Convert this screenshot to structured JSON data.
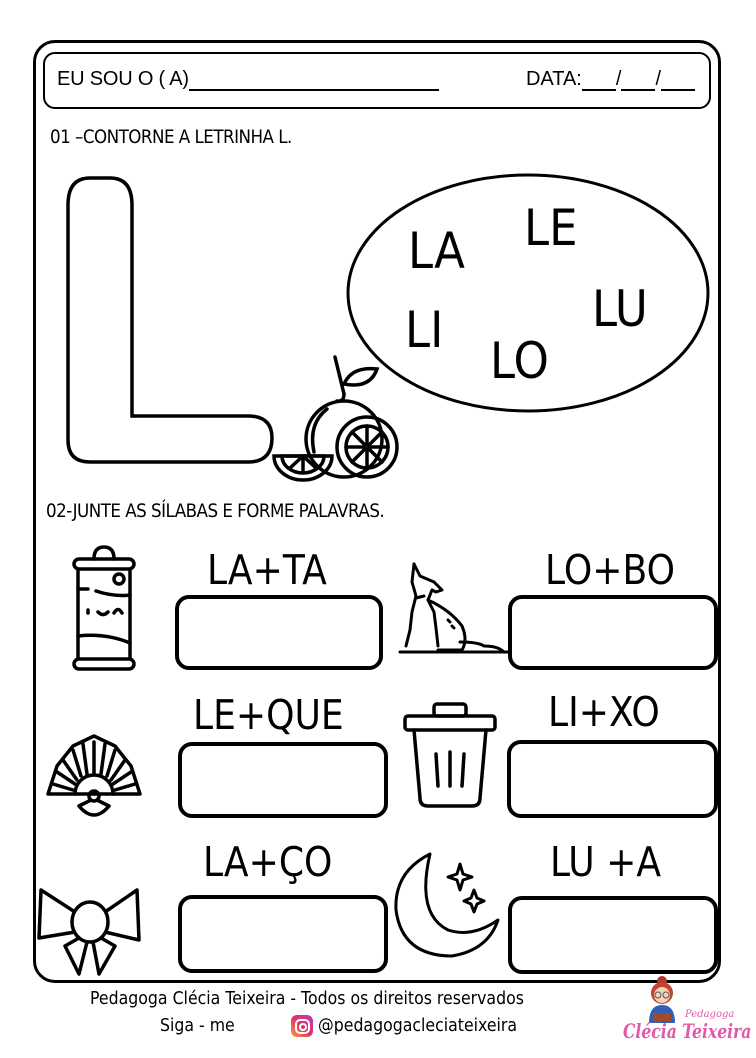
{
  "header": {
    "name_label": "EU SOU O ( A)",
    "date_label": "DATA:",
    "date_separator": "/"
  },
  "question1": {
    "title": "01 –CONTORNE A LETRINHA L.",
    "letter": "L",
    "letter_icon": "orange-fruit-icon",
    "syllables": [
      "LA",
      "LE",
      "LI",
      "LO",
      "LU"
    ]
  },
  "question2": {
    "title": "02-JUNTE AS SÍLABAS E FORME PALAVRAS.",
    "items": [
      {
        "label": "LA+TA",
        "icon": "soda-can-icon",
        "answer": ""
      },
      {
        "label": "LO+BO",
        "icon": "wolf-icon",
        "answer": ""
      },
      {
        "label": "LE+QUE",
        "icon": "hand-fan-icon",
        "answer": ""
      },
      {
        "label": "LI+XO",
        "icon": "trash-can-icon",
        "answer": ""
      },
      {
        "label": "LA+ÇO",
        "icon": "bow-ribbon-icon",
        "answer": ""
      },
      {
        "label": "LU +A",
        "icon": "moon-stars-icon",
        "answer": ""
      }
    ]
  },
  "footer": {
    "copyright": "Pedagoga Clécia Teixeira - Todos os direitos reservados",
    "follow_label": "Siga - me",
    "instagram_handle": "@pedagogacleciateixeira",
    "logo_small": "Pedagoga",
    "logo_name": "Clécia Teixeira",
    "colors": {
      "logo_pink": "#e05aa8",
      "instagram_gradient_start": "#f9a035",
      "instagram_gradient_end": "#c13ab6"
    }
  }
}
